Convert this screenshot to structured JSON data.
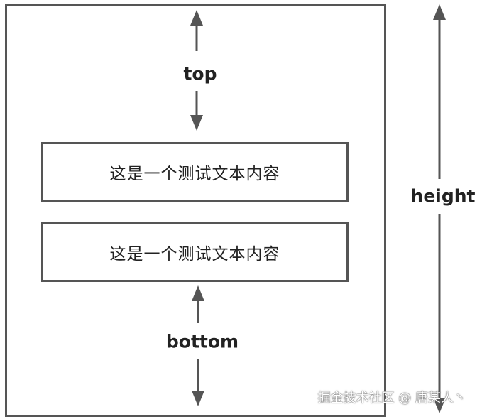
{
  "labels": {
    "top": "top",
    "bottom": "bottom",
    "height": "height"
  },
  "boxes": [
    {
      "text": "这是一个测试文本内容"
    },
    {
      "text": "这是一个测试文本内容"
    }
  ],
  "watermark": "掘金技术社区 @ 唐某人丶",
  "colors": {
    "stroke": "#555555",
    "text": "#222222"
  }
}
